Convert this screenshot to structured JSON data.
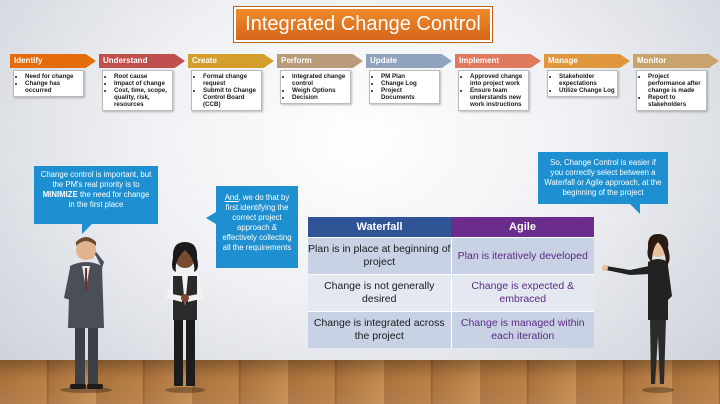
{
  "title": "Integrated Change Control",
  "steps": [
    {
      "label": "Identify",
      "color": "#e46c0a",
      "items": [
        "Need for change",
        "Change has occurred"
      ]
    },
    {
      "label": "Understand",
      "color": "#c0504d",
      "items": [
        "Root cause",
        "Impact of change",
        "Cost, time, scope, quality, risk, resources"
      ]
    },
    {
      "label": "Create",
      "color": "#d39e2c",
      "items": [
        "Formal change request",
        "Submit to Change Control Board (CCB)"
      ]
    },
    {
      "label": "Perform",
      "color": "#b99b7a",
      "items": [
        "Integrated change control",
        "Weigh Options",
        "Decision"
      ]
    },
    {
      "label": "Update",
      "color": "#8fa3bc",
      "items": [
        "PM Plan",
        "Change Log",
        "Project Documents"
      ]
    },
    {
      "label": "Implement",
      "color": "#e07a5f",
      "items": [
        "Approved change into project work",
        "Ensure team understands new work instructions"
      ]
    },
    {
      "label": "Manage",
      "color": "#e0963a",
      "items": [
        "Stakeholder expectations",
        "Utilize Change Log"
      ]
    },
    {
      "label": "Monitor",
      "color": "#c9a36e",
      "items": [
        "Project performance after change is made",
        "Report to stakeholders"
      ]
    }
  ],
  "bubbles": {
    "left": {
      "pre": "Change control is important, but the PM's real priority is to ",
      "strong": "MINIMIZE",
      "post": " the need for change in the first place"
    },
    "middle": {
      "pre": ", we do that by first identifying the correct project approach & effectively collecting all the requirements",
      "underline": "And"
    },
    "right": {
      "text": "So, Change Control is easier if you correctly select between a Waterfall or Agile approach, at the beginning of the project"
    }
  },
  "table": {
    "headers": [
      "Waterfall",
      "Agile"
    ],
    "rows": [
      [
        "Plan is in place at beginning of project",
        "Plan is iteratively developed"
      ],
      [
        "Change is not generally desired",
        "Change is expected & embraced"
      ],
      [
        "Change is integrated across the project",
        "Change is managed within each iteration"
      ]
    ]
  },
  "colors": {
    "bubble": "#1e8fd0",
    "waterfall": "#2f5597",
    "agile": "#6b2d8c",
    "title": "#e46c0a"
  }
}
